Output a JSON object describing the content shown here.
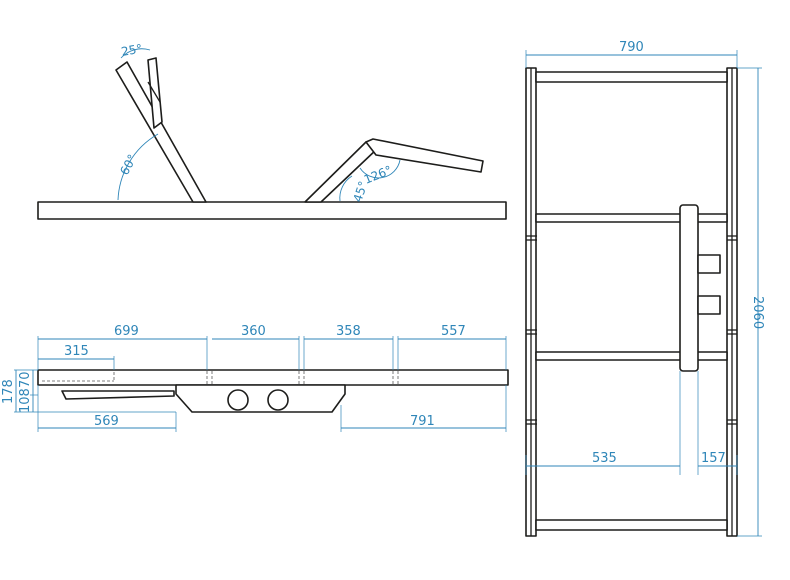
{
  "side_view_angles": {
    "back_top_angle": "25°",
    "back_angle": "60°",
    "leg_angle": "126°",
    "knee_angle": "45°"
  },
  "side_view_dimensions": {
    "top": [
      "699",
      "360",
      "358",
      "557"
    ],
    "sub_top": "315",
    "left_overall": "178",
    "left_a": "108",
    "left_b": "70",
    "bottom_left": "569",
    "bottom_right": "791"
  },
  "top_view_dimensions": {
    "width": "790",
    "length": "2060",
    "motor_offset": "535",
    "motor_width": "157"
  },
  "colors": {
    "dimension": "#2f86b8",
    "outline": "#1d1d1b"
  }
}
